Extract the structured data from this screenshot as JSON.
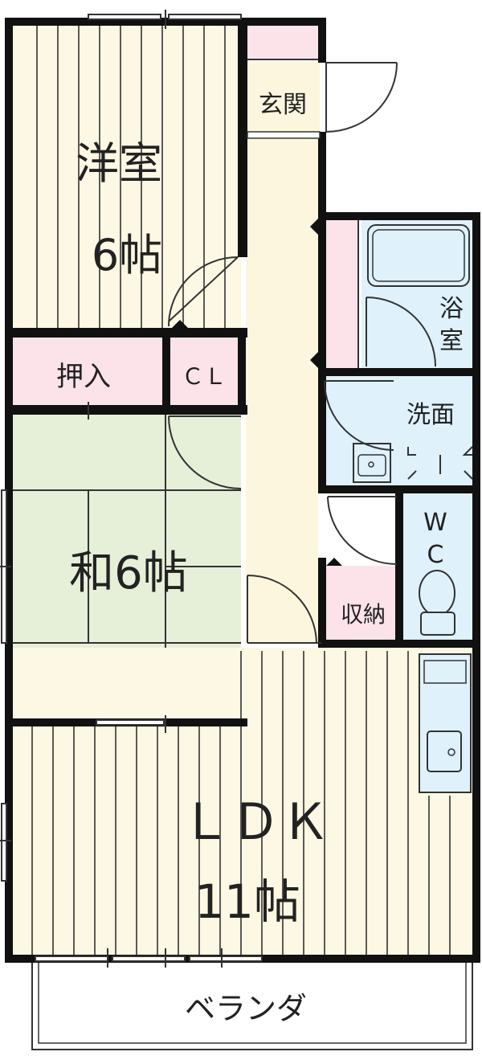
{
  "rooms": {
    "western": {
      "name": "洋室",
      "size": "6帖"
    },
    "entrance": {
      "name": "玄関"
    },
    "oshiire": {
      "name": "押入"
    },
    "closet": {
      "name": "ＣＬ"
    },
    "japanese": {
      "name": "和6帖"
    },
    "bath": {
      "name_line1": "浴",
      "name_line2": "室"
    },
    "washroom": {
      "name": "洗面"
    },
    "wc": {
      "line1": "W",
      "line2": "C"
    },
    "storage": {
      "name": "収納"
    },
    "ldk": {
      "name": "ＬＤＫ",
      "size": "11帖"
    },
    "veranda": {
      "name": "ベランダ"
    }
  },
  "colors": {
    "wall": "#111111",
    "western_floor": "#fdf8e4",
    "floor_lines": "#333333",
    "corridor": "#fdf6de",
    "storage_pink": "#fce3ea",
    "tatami": "#e6efd8",
    "wet_area": "#dff1fb",
    "ldk_floor": "#fdf8e4"
  }
}
